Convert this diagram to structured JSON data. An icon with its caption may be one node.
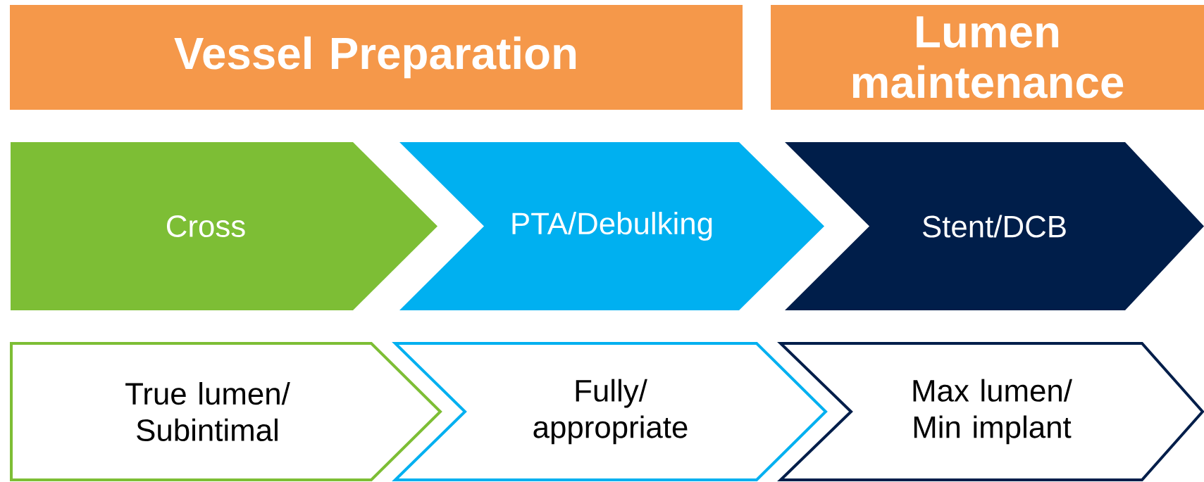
{
  "diagram": {
    "nodes": [
      {
        "text": [
          "Vessel Preparation"
        ]
      },
      {
        "text": [
          "Lumen maintenance"
        ]
      },
      {
        "text": [
          "Cross"
        ]
      },
      {
        "text": [
          "PTA/Debulking"
        ]
      },
      {
        "text": [
          "Stent/DCB"
        ]
      },
      {
        "text": [
          "True lumen/ Subintimal"
        ]
      },
      {
        "text": [
          "Fully/ appropriate"
        ]
      },
      {
        "text": [
          "Max lumen/ Min implant"
        ]
      }
    ]
  }
}
